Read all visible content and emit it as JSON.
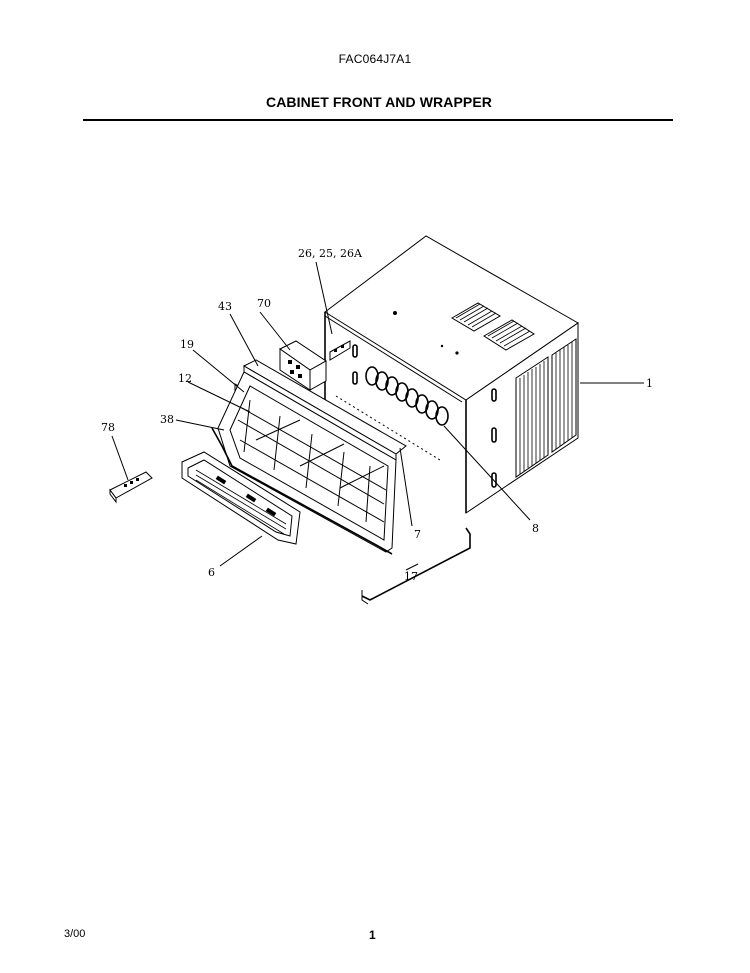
{
  "header": {
    "model_number": "FAC064J7A1",
    "section_title": "CABINET FRONT AND WRAPPER"
  },
  "callouts": {
    "c_26_25_26A": "26, 25, 26A",
    "c_43": "43",
    "c_70": "70",
    "c_19": "19",
    "c_12": "12",
    "c_38": "38",
    "c_78": "78",
    "c_1": "1",
    "c_8": "8",
    "c_7": "7",
    "c_17": "17",
    "c_6": "6"
  },
  "footer": {
    "date": "3/00",
    "page_number": "1"
  }
}
